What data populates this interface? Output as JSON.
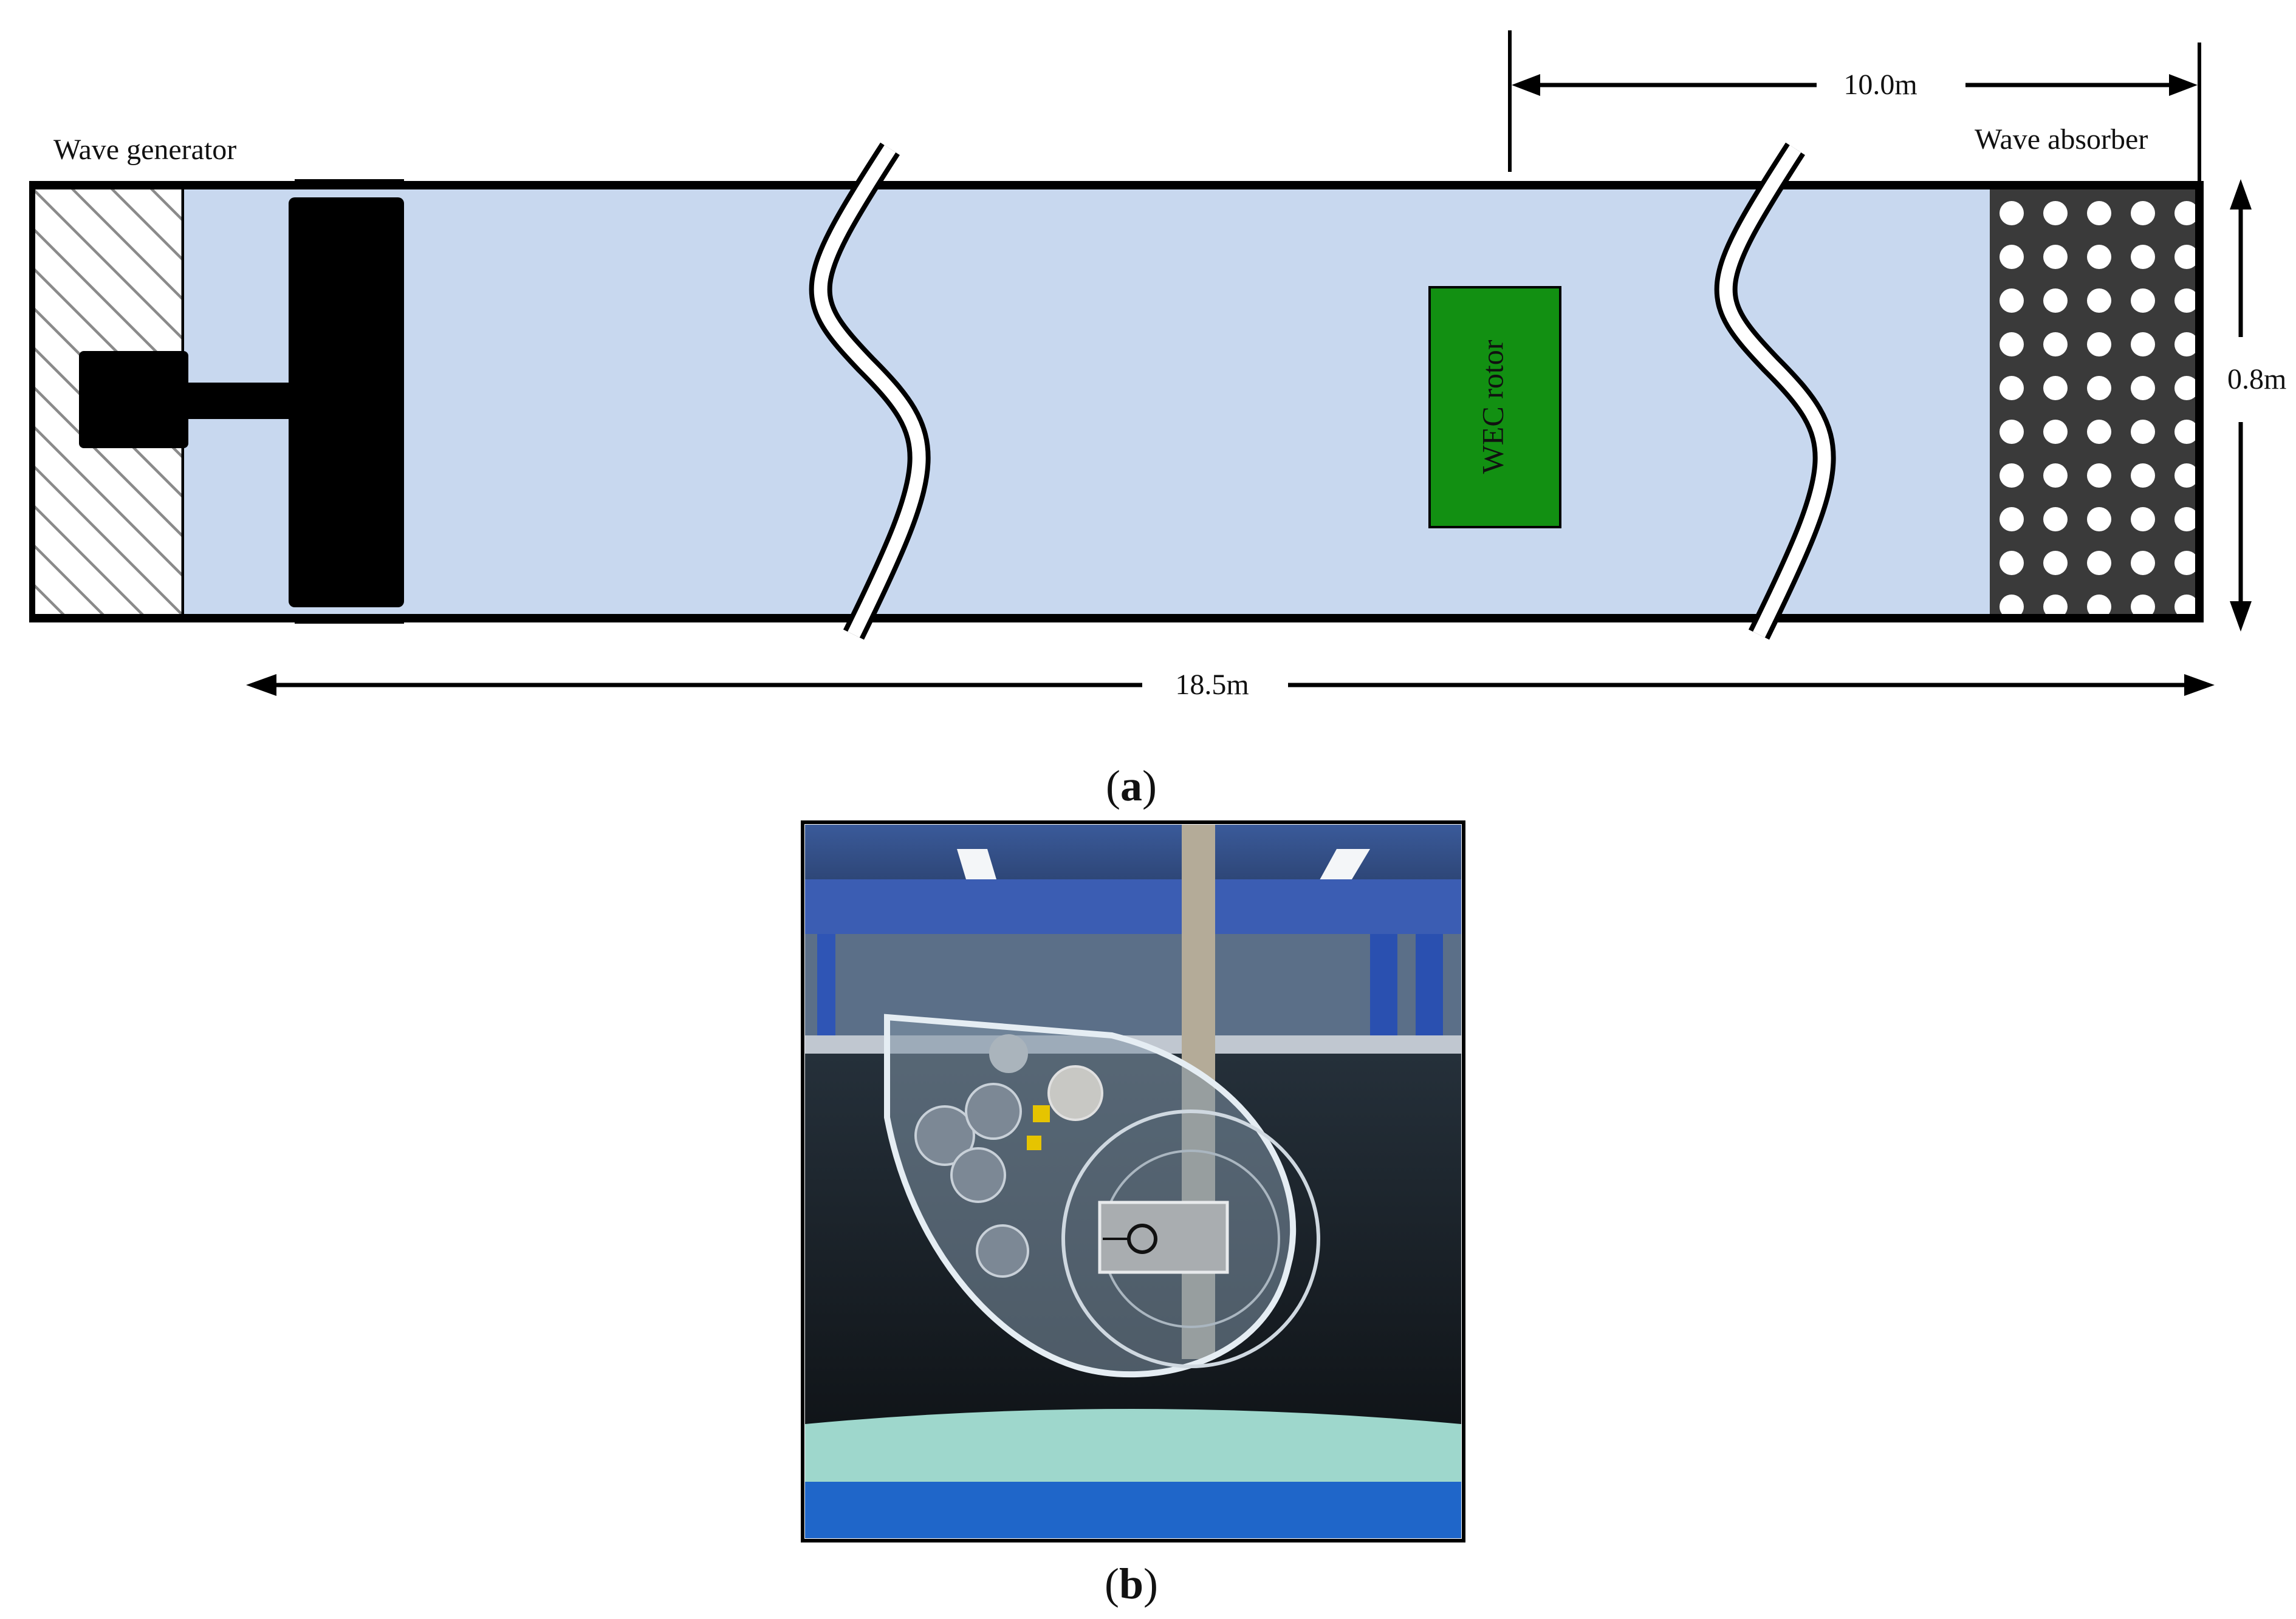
{
  "figure_a": {
    "labels": {
      "wave_generator": "Wave generator",
      "wave_absorber": "Wave absorber",
      "rotor": "WEC rotor",
      "dim_10": "10.0m",
      "dim_185": "18.5m",
      "dim_08": "0.8m"
    },
    "caption_letter": "a",
    "colors": {
      "water": "#c8d8ef",
      "wall": "#000000",
      "rotor": "#129012",
      "absorber": "#3a3a3a",
      "hatch": "#8a8a8a"
    }
  },
  "figure_b": {
    "caption_letter": "b",
    "photo_subject": "acrylic WEC rotor model in wave flume"
  }
}
